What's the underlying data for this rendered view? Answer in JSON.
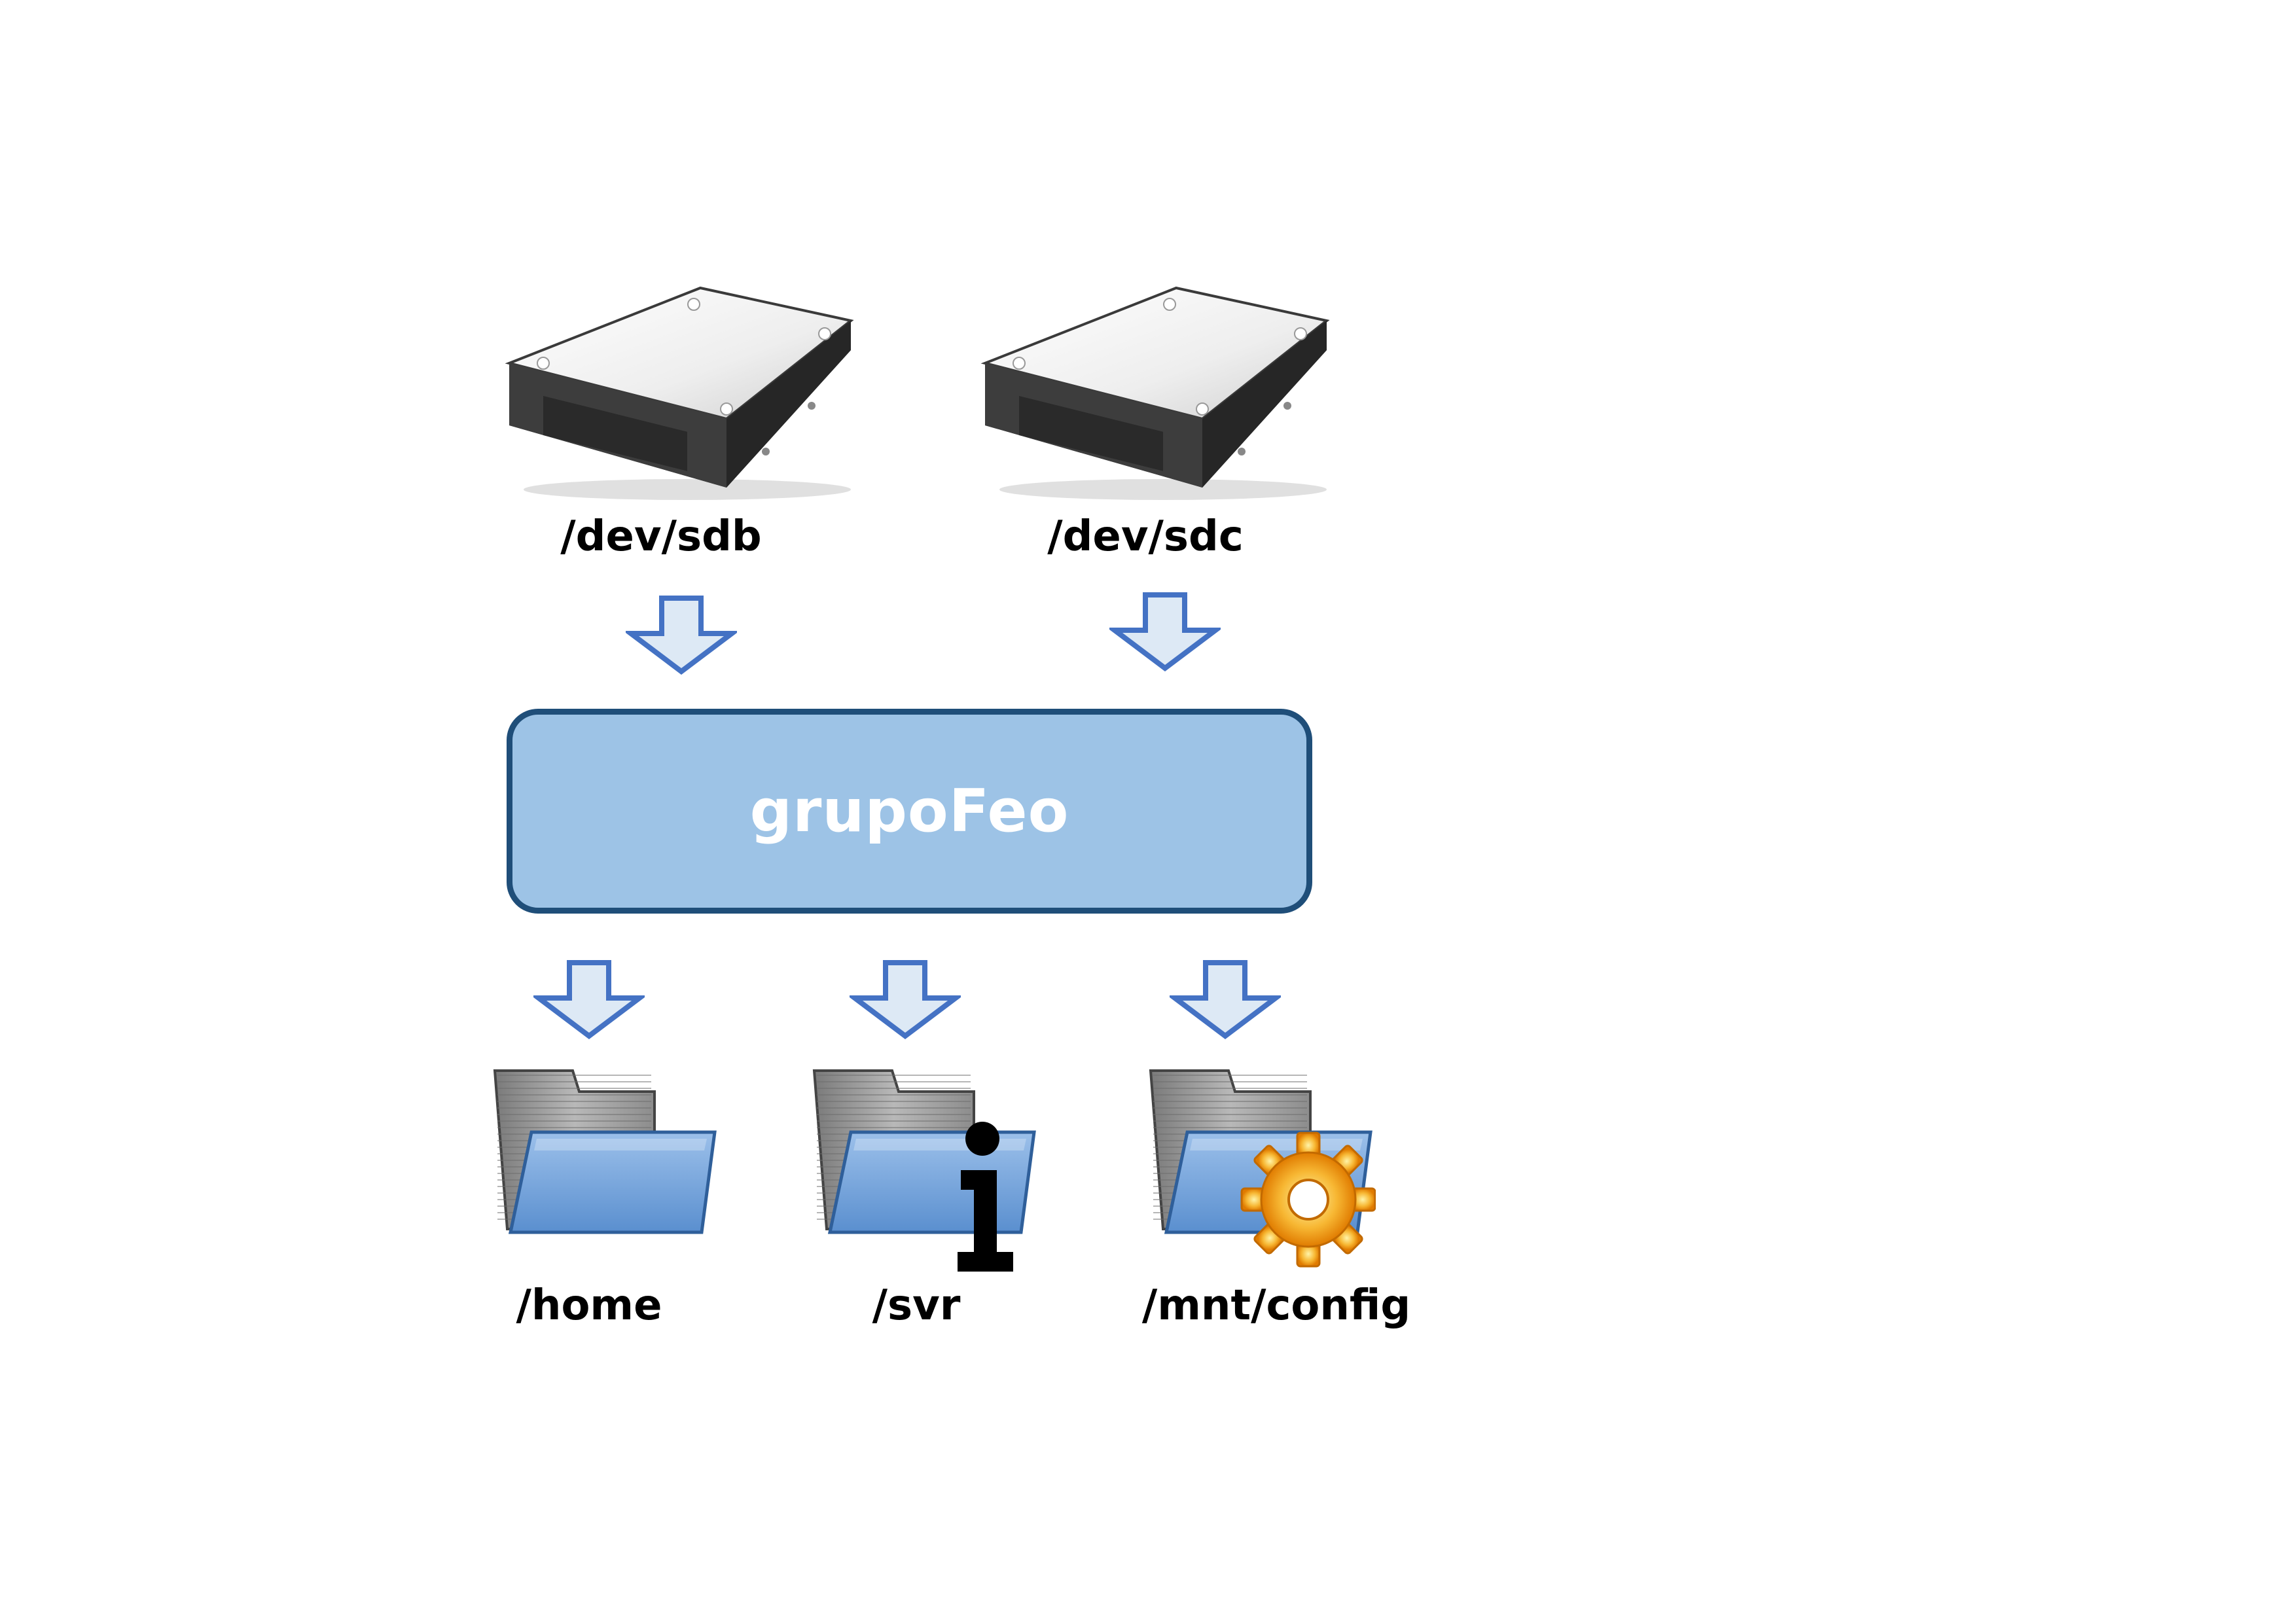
{
  "disks": [
    {
      "label": "/dev/sdb",
      "icon": "hard-disk-icon"
    },
    {
      "label": "/dev/sdc",
      "icon": "hard-disk-icon"
    }
  ],
  "group": {
    "label": "grupoFeo"
  },
  "mounts": [
    {
      "label": "/home",
      "icon": "folder-icon"
    },
    {
      "label": "/svr",
      "icon": "folder-info-icon",
      "badge": "info-icon"
    },
    {
      "label": "/mnt/config",
      "icon": "folder-settings-icon",
      "badge": "gear-icon"
    }
  ],
  "colors": {
    "group_fill": "#9dc3e6",
    "group_border": "#1f4e79",
    "arrow_fill": "#dde9f5",
    "arrow_stroke": "#4472c4",
    "folder_front": "#6e9fd6",
    "gear": "#f5a623"
  }
}
